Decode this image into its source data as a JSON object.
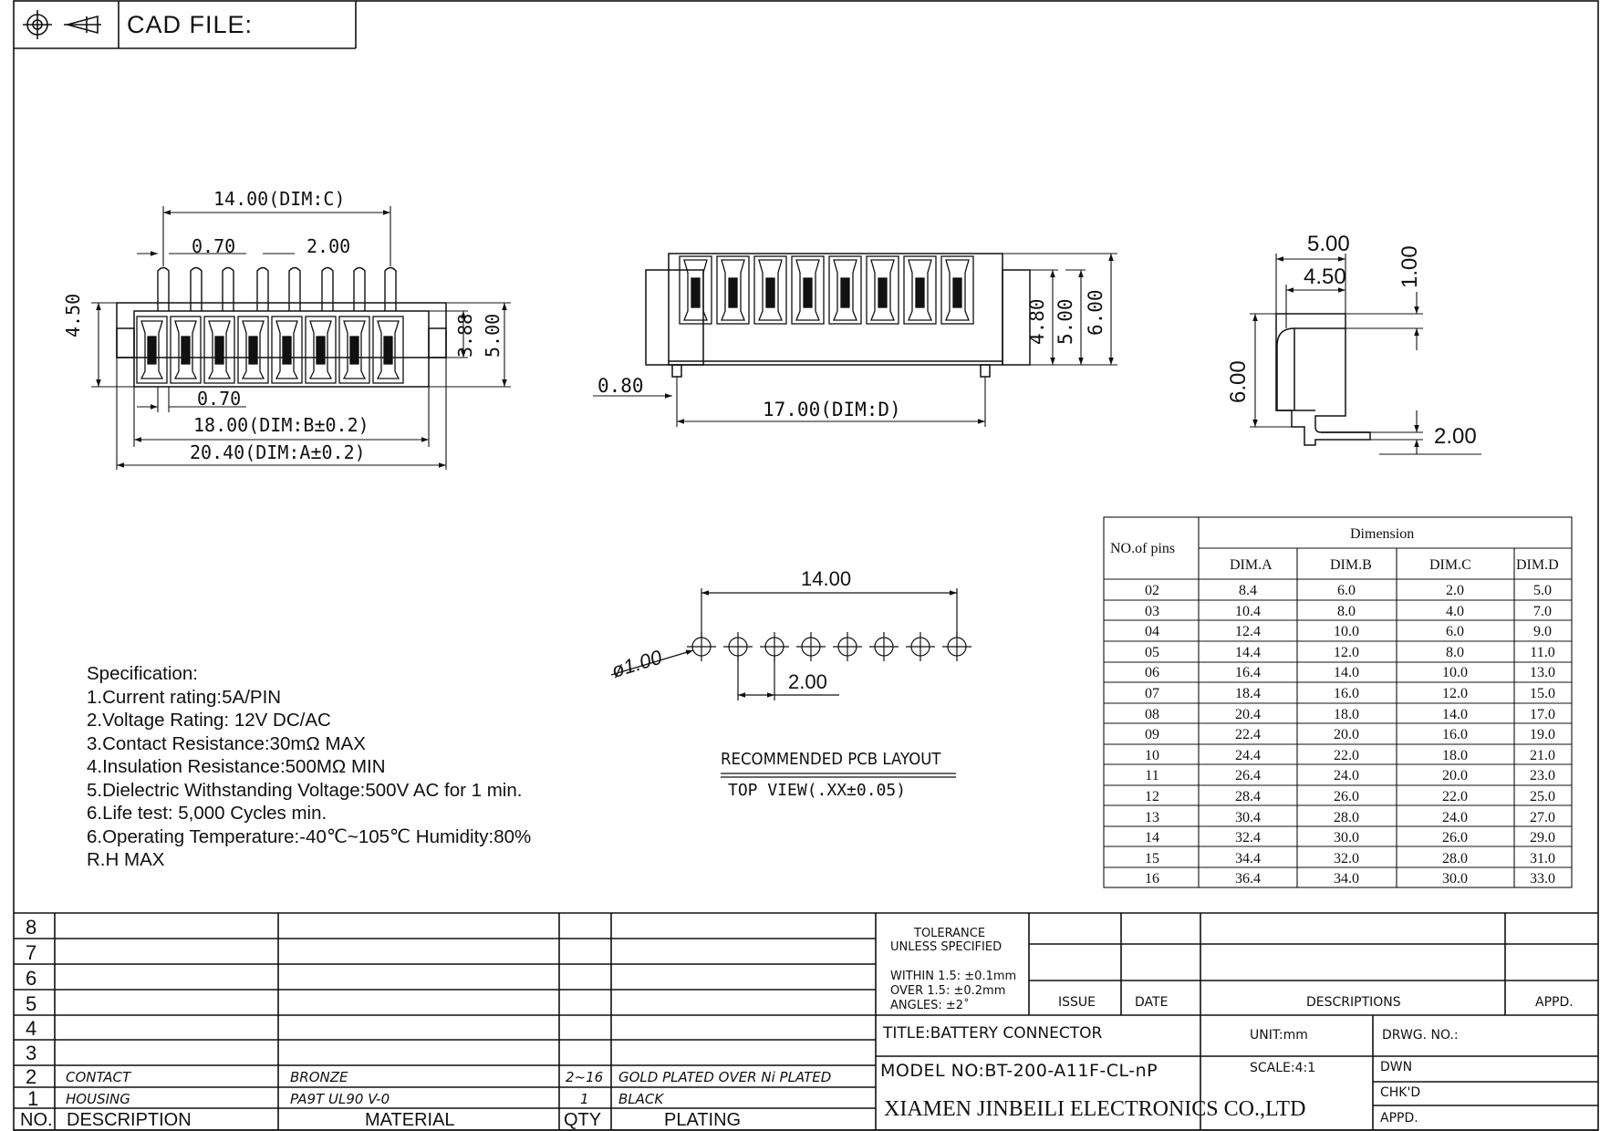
{
  "header": {
    "cad_file_label": "CAD FILE:",
    "projection_icon": "third-angle-projection-icon"
  },
  "views": {
    "front": {
      "dim_c": "14.00(DIM:C)",
      "pitch_small": "0.70",
      "pitch": "2.00",
      "height_left": "4.50",
      "height_inner": "3.88",
      "height_outer": "5.00",
      "pin_width": "0.70",
      "dim_b": "18.00(DIM:B±0.2)",
      "dim_a": "20.40(DIM:A±0.2)"
    },
    "side": {
      "peg": "0.80",
      "dim_d": "17.00(DIM:D)",
      "h1": "4.80",
      "h2": "5.00",
      "h3": "6.00"
    },
    "end": {
      "w1": "5.00",
      "w2": "4.50",
      "top": "1.00",
      "height": "6.00",
      "foot": "2.00"
    },
    "pcb": {
      "span": "14.00",
      "hole": "ø1.00",
      "pitch": "2.00",
      "title": "RECOMMENDED PCB LAYOUT",
      "subtitle": "TOP VIEW(.XX±0.05)"
    }
  },
  "specification": {
    "title": "Specification:",
    "lines": [
      "1.Current rating:5A/PIN",
      "2.Voltage Rating: 12V DC/AC",
      "3.Contact Resistance:30mΩ MAX",
      "4.Insulation Resistance:500MΩ MIN",
      "5.Dielectric Withstanding Voltage:500V AC for 1 min.",
      "6.Life test: 5,000 Cycles min.",
      "6.Operating Temperature:-40℃~105℃  Humidity:80%",
      "R.H MAX"
    ]
  },
  "dimension_table": {
    "header_pins": "NO.of pins",
    "header_group": "Dimension",
    "columns": [
      "DIM.A",
      "DIM.B",
      "DIM.C",
      "DIM.D"
    ],
    "rows": [
      [
        "02",
        "8.4",
        "6.0",
        "2.0",
        "5.0"
      ],
      [
        "03",
        "10.4",
        "8.0",
        "4.0",
        "7.0"
      ],
      [
        "04",
        "12.4",
        "10.0",
        "6.0",
        "9.0"
      ],
      [
        "05",
        "14.4",
        "12.0",
        "8.0",
        "11.0"
      ],
      [
        "06",
        "16.4",
        "14.0",
        "10.0",
        "13.0"
      ],
      [
        "07",
        "18.4",
        "16.0",
        "12.0",
        "15.0"
      ],
      [
        "08",
        "20.4",
        "18.0",
        "14.0",
        "17.0"
      ],
      [
        "09",
        "22.4",
        "20.0",
        "16.0",
        "19.0"
      ],
      [
        "10",
        "24.4",
        "22.0",
        "18.0",
        "21.0"
      ],
      [
        "11",
        "26.4",
        "24.0",
        "20.0",
        "23.0"
      ],
      [
        "12",
        "28.4",
        "26.0",
        "22.0",
        "25.0"
      ],
      [
        "13",
        "30.4",
        "28.0",
        "24.0",
        "27.0"
      ],
      [
        "14",
        "32.4",
        "30.0",
        "26.0",
        "29.0"
      ],
      [
        "15",
        "34.4",
        "32.0",
        "28.0",
        "31.0"
      ],
      [
        "16",
        "36.4",
        "34.0",
        "30.0",
        "33.0"
      ]
    ]
  },
  "bom": {
    "row_numbers": [
      "8",
      "7",
      "6",
      "5",
      "4",
      "3",
      "2",
      "1"
    ],
    "items": [
      {
        "no": "2",
        "description": "CONTACT",
        "material": "BRONZE",
        "qty": "2~16",
        "plating": "GOLD PLATED OVER Ni PLATED"
      },
      {
        "no": "1",
        "description": "HOUSING",
        "material": "PA9T UL90 V-0",
        "qty": "1",
        "plating": "BLACK"
      }
    ],
    "headers": {
      "no": "NO.",
      "description": "DESCRIPTION",
      "material": "MATERIAL",
      "qty": "QTY",
      "plating": "PLATING"
    }
  },
  "title_block": {
    "tolerance_l1": "TOLERANCE",
    "tolerance_l2": "UNLESS SPECIFIED",
    "tol_within": "WITHIN 1.5: ±0.1mm",
    "tol_over": "OVER 1.5:  ±0.2mm",
    "tol_angles": "ANGLES: ±2˚",
    "issue": "ISSUE",
    "date": "DATE",
    "descriptions": "DESCRIPTIONS",
    "appd_rev": "APPD.",
    "title": "TITLE:BATTERY CONNECTOR",
    "unit": "UNIT:mm",
    "drwg_no": "DRWG. NO.:",
    "model": "MODEL NO:BT-200-A11F-CL-nP",
    "scale": "SCALE:4:1",
    "dwn": "DWN",
    "chkd": "CHK'D",
    "appd": "APPD.",
    "company": "XIAMEN JINBEILI ELECTRONICS CO.,LTD"
  }
}
